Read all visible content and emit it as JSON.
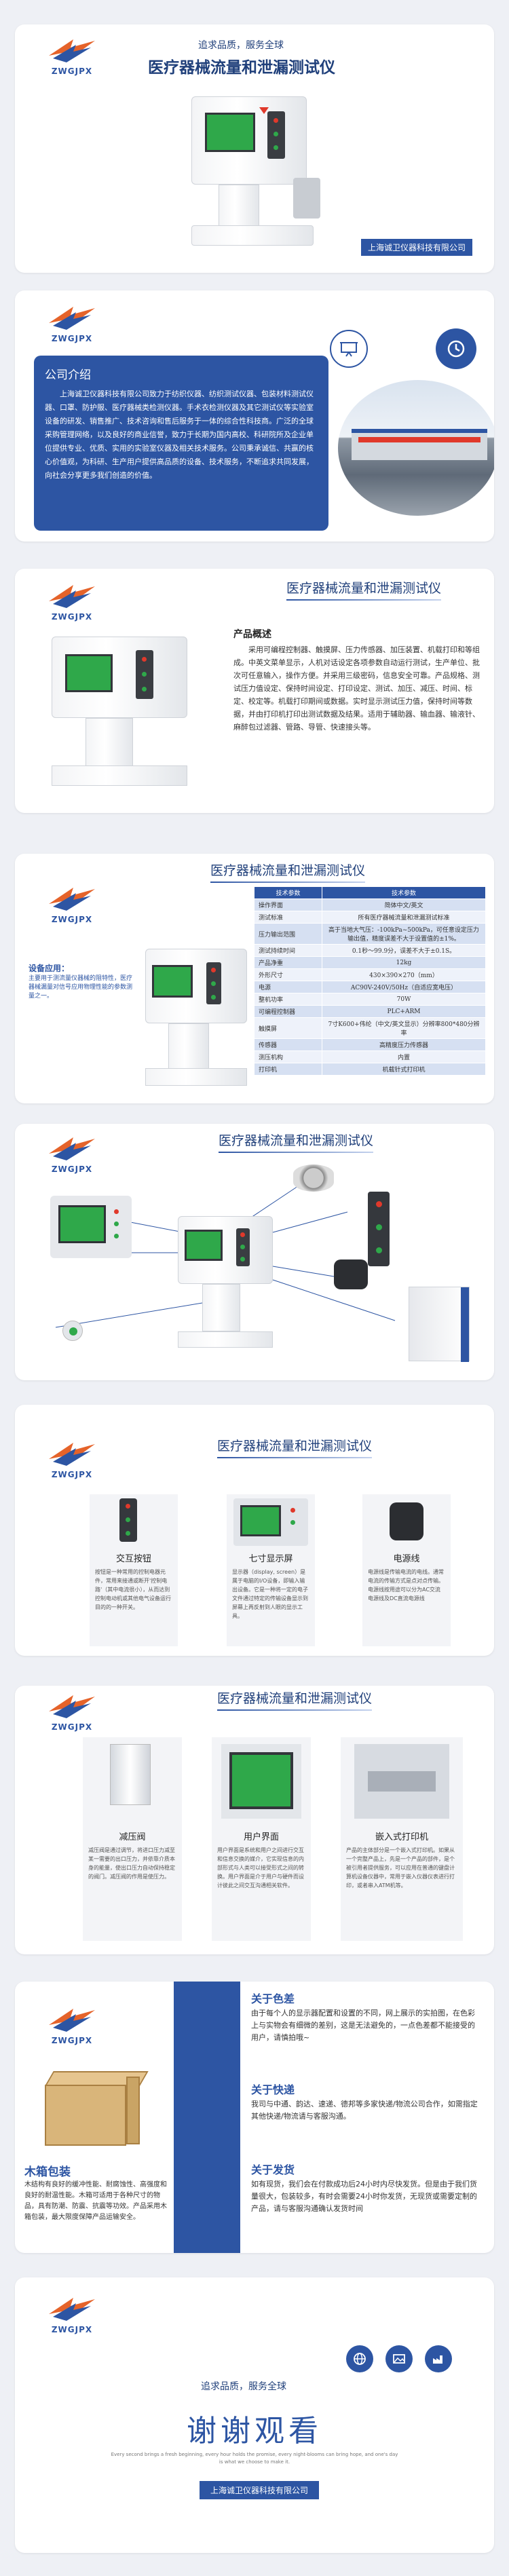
{
  "brand": {
    "logo_text": "ZWGJPX",
    "colors": {
      "primary": "#2d55a3",
      "accent": "#e0392b",
      "bg": "#eef0f5"
    }
  },
  "s1": {
    "slogan": "追求品质，服务全球",
    "title": "医疗器械流量和泄漏测试仪",
    "company": "上海诚卫仪器科技有限公司"
  },
  "s2": {
    "heading": "公司介绍",
    "body": "上海诚卫仪器科技有限公司致力于纺织仪器、纺织测试仪器、包装材料测试仪器、口罩、防护服、医疗器械类检测仪器。手术衣检测仪器及其它测试仪等实验室设备的研发、销售推广、技术咨询和售后服务于一体的综合性科技商。广泛的全球采购管理网络，以及良好的商业信誉，致力于长期为国内高校、科研院所及企业单位提供专业、优质、实用的实验室仪器及相关技术服务。公司秉承诚信、共赢的核心价值观，为科研、生产用户提供高品质的设备、技术服务，不断追求共同发展，向社会分享更多我们创造的价值。",
    "icons": [
      "presentation-icon",
      "clock-icon"
    ]
  },
  "s3": {
    "title": "医疗器械流量和泄漏测试仪",
    "heading": "产品概述",
    "body": "采用可编程控制器、触摸屏、压力传感器、加压装置、机载打印和等组成。中英文菜单显示，人机对话设定各项参数自动运行测试，生产单位、批次可任意输入，操作方便。并采用三级密码，信息安全可靠。产品规格、测试压力值设定、保持时间设定、打印设定、测试、加压、减压、时间、标定、校定等。机载打印期间或数据。实时显示测试压力值，保持时间等数据，并由打印机打印出测试数据及结果。适用于辅助器、输血器、输液针、麻醉包过滤器、管路、导管、快速接头等。"
  },
  "s4": {
    "title": "医疗器械流量和泄漏测试仪",
    "use_heading": "设备应用：",
    "use_text": "主要用于测流量仪器械的阻特性，医疗器械漏量对信号应用物理性能的参数测量之一。",
    "spec_headers": [
      "技术参数",
      "技术参数"
    ],
    "specs": [
      [
        "操作界面",
        "简体中文/英文"
      ],
      [
        "测试标准",
        "所有医疗器械流量和泄漏测试标准"
      ],
      [
        "压力输出范围",
        "高于当地大气压：-100kPa~500kPa，可任意设定压力输出值，精度误差不大于设置值的±1%。"
      ],
      [
        "测试持续时间",
        "0.1秒～99.9分，误差不大于±0.1S。"
      ],
      [
        "产品净重",
        "12kg"
      ],
      [
        "外形尺寸",
        "430×390×270（mm）"
      ],
      [
        "电源",
        "AC90V-240V/50Hz（自适应宽电压）"
      ],
      [
        "整机功率",
        "70W"
      ],
      [
        "可编程控制器",
        "PLC+ARM"
      ],
      [
        "触摸屏",
        "7寸K600+伟纶（中文/英文显示）分辨率800*480分辨率"
      ],
      [
        "传感器",
        "高精度压力传感器"
      ],
      [
        "测压机构",
        "内置"
      ],
      [
        "打印机",
        "机载针式打印机"
      ]
    ]
  },
  "s5": {
    "title": "医疗器械流量和泄漏测试仪"
  },
  "s6": {
    "title": "医疗器械流量和泄漏测试仪",
    "items": [
      {
        "name": "交互按钮",
        "desc": "按钮是一种常用的控制电器元件，常用来接通或断开'控制电路'（其中电流很小），从而达到控制电动机或其他电气设备运行目的的一种开关。"
      },
      {
        "name": "七寸显示屏",
        "desc": "显示器（display, screen）是属于电脑的I/O设备，即输入输出设备。它是一种将一定的电子文件通过特定的传输设备显示到屏幕上再反射到人眼的显示工具。"
      },
      {
        "name": "电源线",
        "desc": "电源线是传输电流的电线。通常电流的传输方式是点对点传输。电源线按用途可以分为AC交流电源线及DC直流电源线"
      }
    ]
  },
  "s7": {
    "title": "医疗器械流量和泄漏测试仪",
    "items": [
      {
        "name": "减压阀",
        "desc": "减压阀是通过调节，将进口压力减至某一需要的出口压力，并依靠介质本身的能量，使出口压力自动保持稳定的阀门。减压阀的作用是使压力。"
      },
      {
        "name": "用户界面",
        "desc": "用户界面是系统和用户之间进行交互和信息交换的媒介，它实现信息的内部形式与人类可以接受形式之间的转换。用户界面是介于用户与硬件而设计彼此之间交互沟通相关软件。"
      },
      {
        "name": "嵌入式打印机",
        "desc": "产品的主体部分是一个嵌入式打印机。如果从一个完整产品上，先是一个产品的部件，是个被引用者提供服务，可以应用在普通的键盘计算机设备仪器中，常用于嵌入仪器仪表进行打印，或者串入ATM机等。"
      }
    ]
  },
  "s8": {
    "pack_heading": "木箱包装",
    "pack_body": "木结构有良好的缓冲性能、耐腐蚀性、高强度和良好的耐温性能。木箱可适用于各种尺寸的物品，具有防潮、防震、抗震等功效。产品采用木箱包装，最大限度保障产品运输安全。",
    "blocks": [
      {
        "title": "关于色差",
        "body": "由于每个人的显示器配置和设置的不同，网上展示的实拍图，在色彩上与实物会有细微的差别，这是无法避免的，一点色差都不能接受的用户，请慎拍哦~"
      },
      {
        "title": "关于快递",
        "body": "我司与中通、韵达、速递、德邦等多家快递/物流公司合作，如需指定其他快递/物流请与客服沟通。"
      },
      {
        "title": "关于发货",
        "body": "如有现货，我们会在付款成功后24小时内尽快发货。但是由于我们货量很大，包装较多，有时会需要24小时你发货，无现货或需要定制的产品，请与客服沟通确认发货时间"
      }
    ]
  },
  "s9": {
    "slogan": "追求品质，服务全球",
    "thanks": "谢谢观看",
    "english": "Every second brings a fresh beginning, every hour holds the promise, every night-blooms can bring hope, and one's day is what we choose to make it.",
    "company": "上海诚卫仪器科技有限公司",
    "icons": [
      "globe-icon",
      "image-icon",
      "factory-icon"
    ]
  }
}
